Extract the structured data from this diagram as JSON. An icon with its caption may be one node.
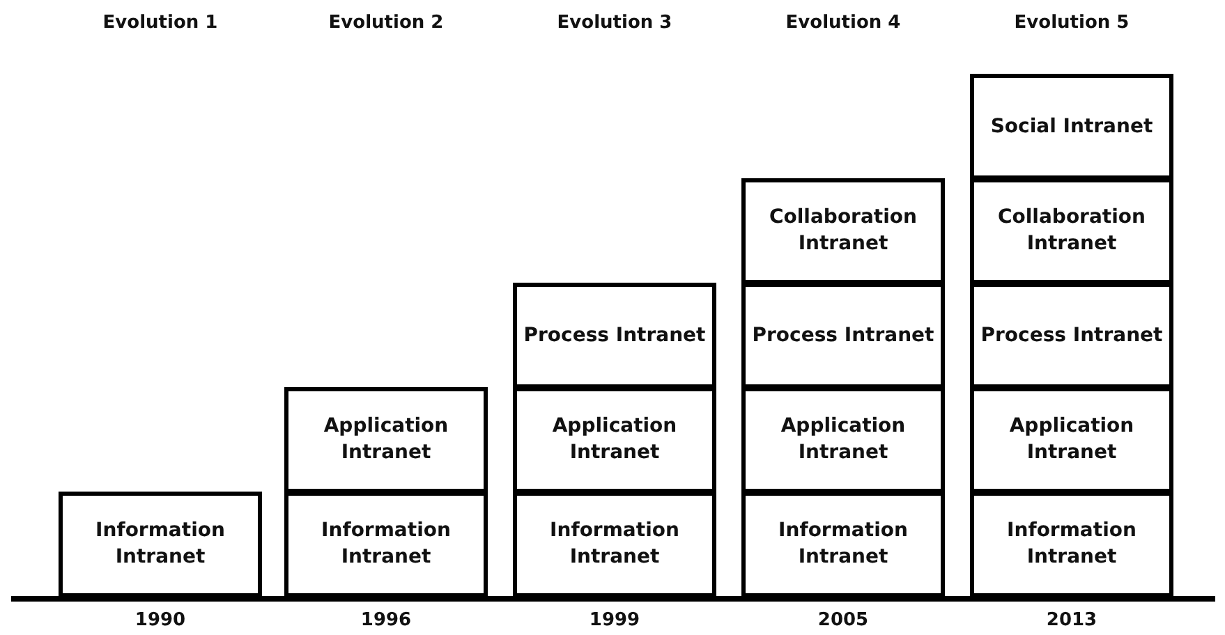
{
  "diagram": {
    "nodes": [
      {
        "text": [
          "Information Intranet"
        ]
      },
      {
        "text": [
          "Information Intranet"
        ]
      },
      {
        "text": [
          "Application Intranet"
        ]
      },
      {
        "text": [
          "Information Intranet"
        ]
      },
      {
        "text": [
          "Application Intranet"
        ]
      },
      {
        "text": [
          "Process Intranet"
        ]
      },
      {
        "text": [
          "Information Intranet"
        ]
      },
      {
        "text": [
          "Application Intranet"
        ]
      },
      {
        "text": [
          "Process Intranet"
        ]
      },
      {
        "text": [
          "Collaboration Intranet"
        ]
      },
      {
        "text": [
          "Information Intranet"
        ]
      },
      {
        "text": [
          "Application Intranet"
        ]
      },
      {
        "text": [
          "Process Intranet"
        ]
      },
      {
        "text": [
          "Collaboration Intranet"
        ]
      },
      {
        "text": [
          "Social Intranet"
        ]
      }
    ],
    "labels": [
      "Evolution 1",
      "Evolution 2",
      "Evolution 3",
      "Evolution 4",
      "Evolution 5",
      "1990",
      "1996",
      "1999",
      "2005",
      "2013"
    ]
  }
}
